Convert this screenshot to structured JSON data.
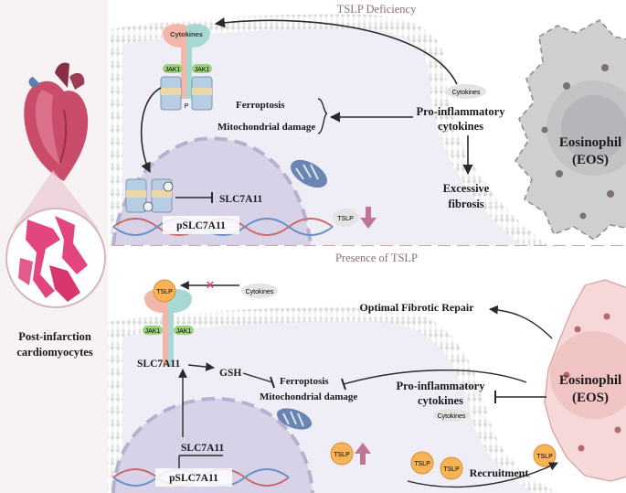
{
  "left_panel": {
    "label_line1": "Post-infarction",
    "label_line2": "cardiomyocytes"
  },
  "top_panel": {
    "title": "TSLP Deficiency",
    "receptor_label": "Cytokines",
    "jak_left": "JAK1",
    "jak_right": "JAK1",
    "phospho": "P",
    "ferroptosis": "Ferroptosis",
    "mito_damage": "Mitochondrial damage",
    "cytokine_small": "Cytokines",
    "proinflam_line1": "Pro-inflammatory",
    "proinflam_line2": "cytokines",
    "fibrosis_line1": "Excessive",
    "fibrosis_line2": "fibrosis",
    "slc": "SLC7A11",
    "pslc": "pSLC7A11",
    "tslp": "TSLP",
    "eos_line1": "Eosinophil",
    "eos_line2": "(EOS)"
  },
  "bottom_panel": {
    "title": "Presence of TSLP",
    "tslp": "TSLP",
    "cytokine_small": "Cytokines",
    "jak_left": "JAK1",
    "jak_right": "JAK1",
    "repair": "Optimal Fibrotic Repair",
    "slc": "SLC7A11",
    "gsh": "GSH",
    "ferroptosis": "Ferroptosis",
    "mito_damage": "Mitochondrial damage",
    "proinflam_line1": "Pro-inflammatory",
    "proinflam_line2": "cytokines",
    "cytokine_under": "Cytokines",
    "slc_nucleus": "SLC7A11",
    "pslc": "pSLC7A11",
    "recruitment": "Recruitment",
    "eos_line1": "Eosinophil",
    "eos_line2": "(EOS)"
  },
  "colors": {
    "heart": "#c94c6a",
    "tissue": "#e2457f",
    "cell": "#efedf6",
    "nucleus": "#d7d2e8",
    "eos_gray": "#cfcfd1",
    "eos_pink": "#f6d8d8",
    "tslp": "#f7b457",
    "receptor_pink": "#f2b7a8",
    "receptor_teal": "#a8d8d4",
    "jak": "#9fd07c",
    "box_blue": "#b6cde3",
    "arrow_pink": "#c27496",
    "inhibit_red": "#d6336c"
  }
}
